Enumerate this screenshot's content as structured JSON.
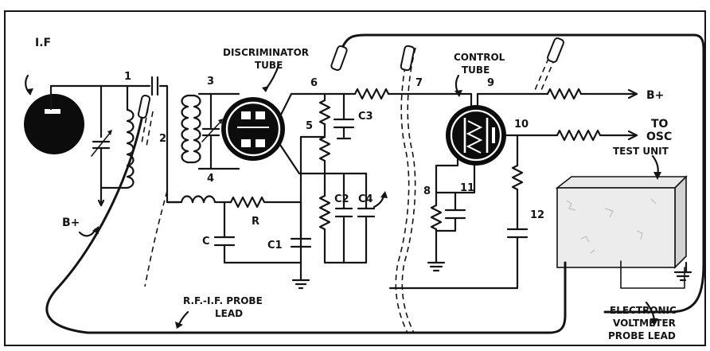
{
  "labels": {
    "if_stage": "I.F",
    "discriminator_line1": "DISCRIMINATOR",
    "discriminator_line2": "TUBE",
    "control_line1": "CONTROL",
    "control_line2": "TUBE",
    "b_plus_left": "B+",
    "b_plus_right": "B+",
    "to_osc_line1": "TO",
    "to_osc_line2": "OSC",
    "test_unit": "TEST UNIT",
    "rf_probe_line1": "R.F.-I.F. PROBE",
    "rf_probe_line2": "LEAD",
    "vtvm_line1": "ELECTRONIC-",
    "vtvm_line2": "VOLTMETER",
    "vtvm_line3": "PROBE LEAD"
  },
  "components": {
    "r": "R",
    "c": "C",
    "c1": "C1",
    "c2": "C2",
    "c3": "C3",
    "c4": "C4"
  },
  "test_points": [
    "1",
    "2",
    "3",
    "4",
    "5",
    "6",
    "7",
    "8",
    "9",
    "10",
    "11",
    "12"
  ]
}
